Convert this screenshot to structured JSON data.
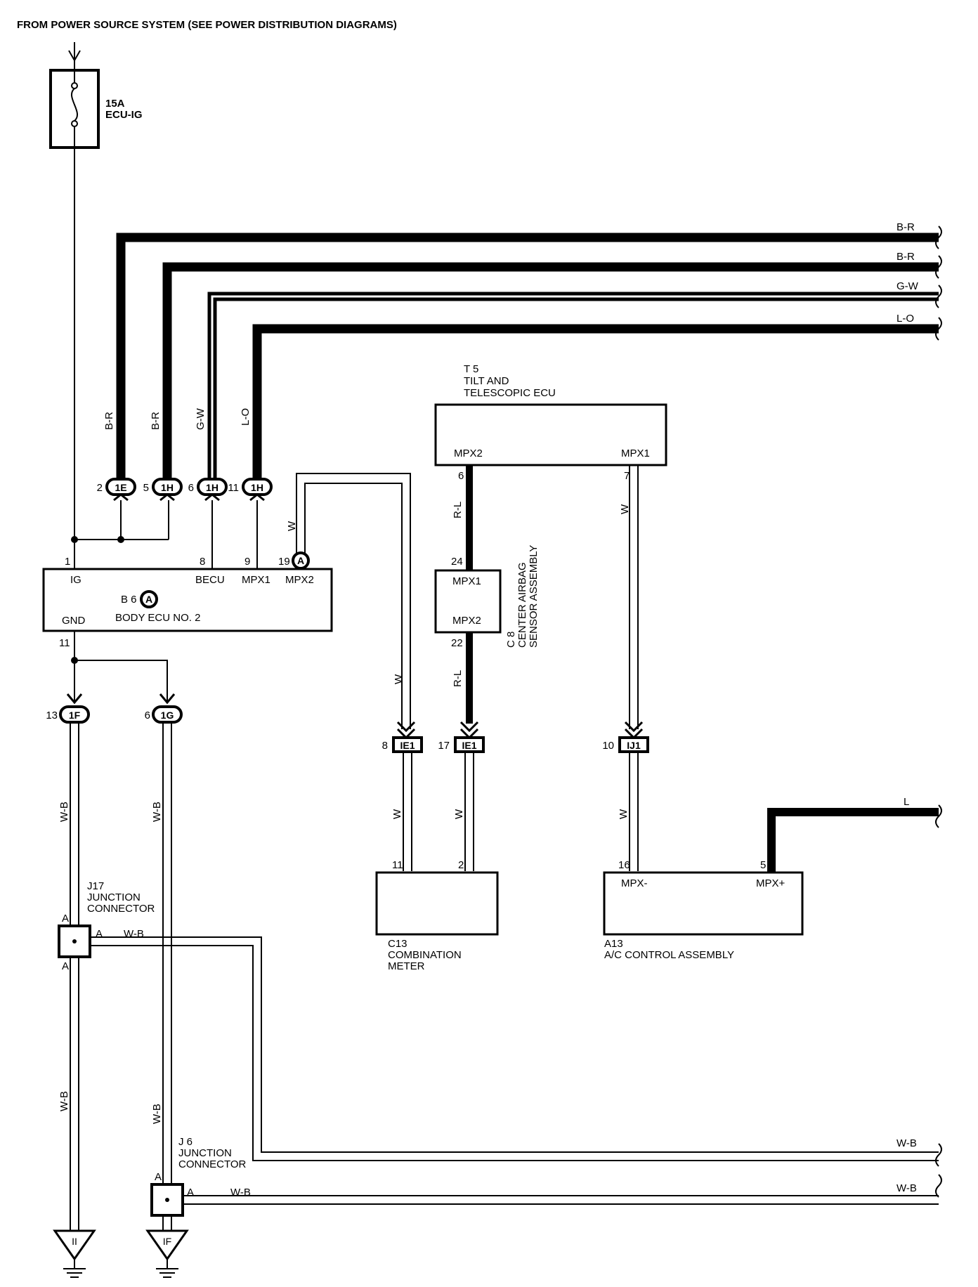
{
  "header": "FROM POWER SOURCE SYSTEM (SEE POWER DISTRIBUTION DIAGRAMS)",
  "fuse": {
    "amp": "15A",
    "name": "ECU-IG"
  },
  "wires": {
    "br1": "B-R",
    "br2": "B-R",
    "gw": "G-W",
    "lo": "L-O",
    "rl_upper": "R-L",
    "rl_lower": "R-L",
    "w_mpx2": "W",
    "w_ie1_up": "W",
    "w_ij1_up": "W",
    "w_c13_11": "W",
    "w_c13_2": "W",
    "w_a13": "W",
    "l_a13": "L",
    "wb_1f": "W-B",
    "wb_1g": "W-B",
    "wb_lower_left": "W-B",
    "wb_lower_mid": "W-B",
    "wb_j17": "W-B",
    "wb_j6": "W-B",
    "wb_out1": "W-B",
    "wb_out2": "W-B"
  },
  "connectors": {
    "c_1e": {
      "code": "1E",
      "pin": "2"
    },
    "c_1h_a": {
      "code": "1H",
      "pin": "5"
    },
    "c_1h_b": {
      "code": "1H",
      "pin": "6"
    },
    "c_1h_c": {
      "code": "1H",
      "pin": "11"
    },
    "c_1f": {
      "code": "1F",
      "pin": "13"
    },
    "c_1g": {
      "code": "1G",
      "pin": "6"
    },
    "ie1_a": {
      "code": "IE1",
      "pin": "8"
    },
    "ie1_b": {
      "code": "IE1",
      "pin": "17"
    },
    "ij1": {
      "code": "IJ1",
      "pin": "10"
    }
  },
  "body_ecu": {
    "ref": "B 6",
    "ref_circle": "A",
    "name": "BODY ECU NO. 2",
    "pins": {
      "ig": {
        "num": "1",
        "label": "IG"
      },
      "becu": {
        "num": "8",
        "label": "BECU"
      },
      "mpx1": {
        "num": "9",
        "label": "MPX1"
      },
      "mpx2": {
        "num": "19",
        "label": "MPX2",
        "circle": "A"
      },
      "gnd": {
        "num": "11",
        "label": "GND"
      }
    }
  },
  "tilt_ecu": {
    "ref": "T 5",
    "name1": "TILT AND",
    "name2": "TELESCOPIC ECU",
    "mpx2": {
      "num": "6",
      "label": "MPX2"
    },
    "mpx1": {
      "num": "7",
      "label": "MPX1"
    }
  },
  "airbag": {
    "ref": "C 8",
    "name1": "CENTER AIRBAG",
    "name2": "SENSOR ASSEMBLY",
    "mpx1": {
      "num": "24",
      "label": "MPX1"
    },
    "mpx2": {
      "num": "22",
      "label": "MPX2"
    }
  },
  "meter": {
    "ref": "C13",
    "name1": "COMBINATION",
    "name2": "METER",
    "pin_a": "11",
    "pin_b": "2"
  },
  "ac": {
    "ref": "A13",
    "name": "A/C CONTROL ASSEMBLY",
    "mpxm": {
      "num": "16",
      "label": "MPX-"
    },
    "mpxp": {
      "num": "5",
      "label": "MPX+"
    }
  },
  "j17": {
    "ref": "J17",
    "name1": "JUNCTION",
    "name2": "CONNECTOR",
    "top": "A",
    "side": "A",
    "bottom": "A"
  },
  "j6": {
    "ref": "J 6",
    "name1": "JUNCTION",
    "name2": "CONNECTOR",
    "top": "A",
    "side": "A"
  },
  "grounds": {
    "ii": "II",
    "if": "IF"
  }
}
